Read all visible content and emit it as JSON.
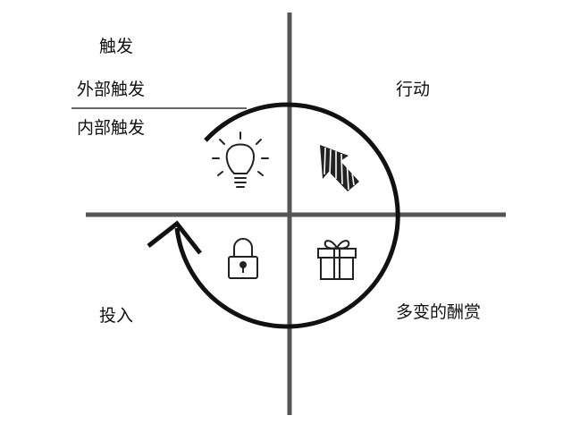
{
  "labels": {
    "trigger": "触发",
    "external_trigger": "外部触发",
    "internal_trigger": "内部触发",
    "action": "行动",
    "investment": "投入",
    "variable_reward": "多变的酬赏"
  },
  "icons": {
    "top_left": "lightbulb-icon",
    "top_right": "cursor-arrow-icon",
    "bottom_left": "padlock-icon",
    "bottom_right": "gift-icon"
  },
  "colors": {
    "axis": "#555555",
    "cycle": "#111111",
    "background": "#ffffff"
  }
}
